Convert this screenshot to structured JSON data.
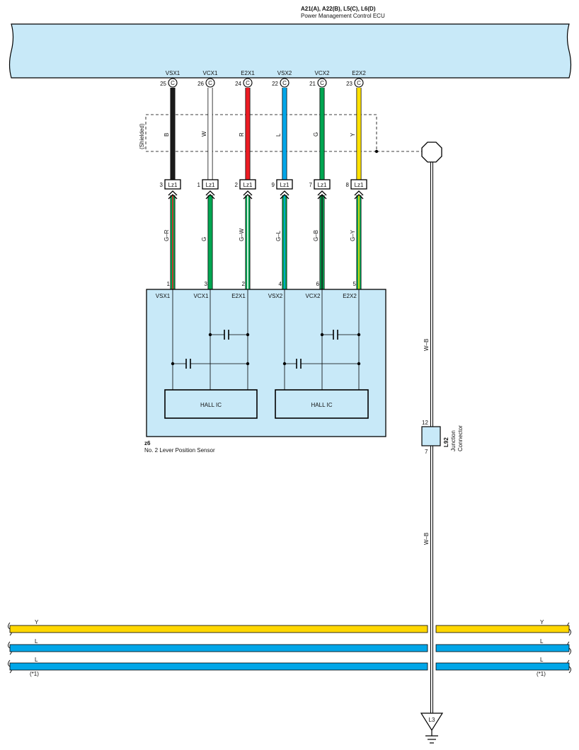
{
  "ecu": {
    "title": "A21(A), A22(B), L5(C), L6(D)",
    "name": "Power Management Control ECU",
    "pins": [
      {
        "label": "VSX1",
        "num": "25",
        "conn": "C"
      },
      {
        "label": "VCX1",
        "num": "26",
        "conn": "C"
      },
      {
        "label": "E2X1",
        "num": "24",
        "conn": "C"
      },
      {
        "label": "VSX2",
        "num": "22",
        "conn": "C"
      },
      {
        "label": "VCX2",
        "num": "21",
        "conn": "C"
      },
      {
        "label": "E2X2",
        "num": "23",
        "conn": "C"
      }
    ]
  },
  "shield_label": "(Shielded)",
  "upper_wires": [
    {
      "code": "B",
      "color": "#1a1a1a"
    },
    {
      "code": "W",
      "color": "#ffffff"
    },
    {
      "code": "R",
      "color": "#ed1c24"
    },
    {
      "code": "L",
      "color": "#00a6e8"
    },
    {
      "code": "G",
      "color": "#00a651"
    },
    {
      "code": "Y",
      "color": "#ffe100"
    }
  ],
  "lz_connectors": [
    {
      "label": "Lz1",
      "num": "3"
    },
    {
      "label": "Lz1",
      "num": "1"
    },
    {
      "label": "Lz1",
      "num": "2"
    },
    {
      "label": "Lz1",
      "num": "9"
    },
    {
      "label": "Lz1",
      "num": "7"
    },
    {
      "label": "Lz1",
      "num": "8"
    }
  ],
  "lower_wires": [
    {
      "code": "G–R",
      "base": "#00a651",
      "stripe": "#ed1c24",
      "pin": "1"
    },
    {
      "code": "G",
      "base": "#00a651",
      "stripe": "",
      "pin": "3"
    },
    {
      "code": "G–W",
      "base": "#00a651",
      "stripe": "#ffffff",
      "pin": "2"
    },
    {
      "code": "G–L",
      "base": "#00a651",
      "stripe": "#00a6e8",
      "pin": "4"
    },
    {
      "code": "G–B",
      "base": "#00a651",
      "stripe": "#1a1a1a",
      "pin": "6"
    },
    {
      "code": "G–Y",
      "base": "#00a651",
      "stripe": "#ffe100",
      "pin": "5"
    }
  ],
  "sensor": {
    "id": "z6",
    "name": "No.  2 Lever Position Sensor",
    "pins": [
      "VSX1",
      "VCX1",
      "E2X1",
      "VSX2",
      "VCX2",
      "E2X2"
    ],
    "ic_labels": [
      "HALL IC",
      "HALL IC"
    ],
    "fill": "#c8e9f8"
  },
  "ground_wire": {
    "code_upper": "W–B",
    "code_lower": "W–B"
  },
  "junction": {
    "id": "L92",
    "name1": "Junction",
    "name2": "Connector",
    "pin_top": "12",
    "pin_bottom": "7"
  },
  "ground_point": "L3",
  "bus_wires": [
    {
      "code": "Y",
      "color": "#ffd700"
    },
    {
      "code": "L",
      "color": "#00a6e8"
    },
    {
      "code": "L",
      "color": "#00a6e8"
    }
  ],
  "bus_note": "(*1)"
}
